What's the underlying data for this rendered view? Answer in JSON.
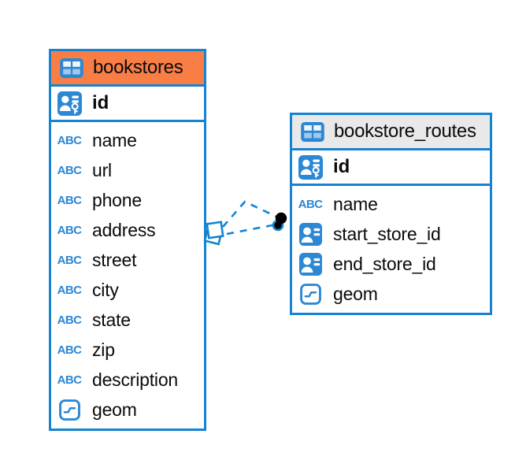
{
  "colors": {
    "accent": "#1583D1",
    "icon_blue": "#2C87D4",
    "selected_header_bg": "#F87E45",
    "header_bg": "#E9E9E9",
    "connector_dot": "#000000",
    "background": "#FFFFFF"
  },
  "icons": {
    "abc_glyph": "ABC",
    "table": "table-icon",
    "primary_key": "person-key-icon",
    "reference": "person-card-icon",
    "geometry": "geometry-icon"
  },
  "tables": {
    "bookstores": {
      "title": "bookstores",
      "key_column": "id",
      "columns": [
        {
          "name": "name",
          "icon": "text-abc-icon"
        },
        {
          "name": "url",
          "icon": "text-abc-icon"
        },
        {
          "name": "phone",
          "icon": "text-abc-icon"
        },
        {
          "name": "address",
          "icon": "text-abc-icon"
        },
        {
          "name": "street",
          "icon": "text-abc-icon"
        },
        {
          "name": "city",
          "icon": "text-abc-icon"
        },
        {
          "name": "state",
          "icon": "text-abc-icon"
        },
        {
          "name": "zip",
          "icon": "text-abc-icon"
        },
        {
          "name": "description",
          "icon": "text-abc-icon"
        },
        {
          "name": "geom",
          "icon": "geometry-icon"
        }
      ]
    },
    "bookstore_routes": {
      "title": "bookstore_routes",
      "key_column": "id",
      "columns": [
        {
          "name": "name",
          "icon": "text-abc-icon"
        },
        {
          "name": "start_store_id",
          "icon": "person-card-icon"
        },
        {
          "name": "end_store_id",
          "icon": "person-card-icon"
        },
        {
          "name": "geom",
          "icon": "geometry-icon"
        }
      ]
    }
  },
  "relationships": {
    "count": 2,
    "style": "dashed",
    "left_marker": "diamond",
    "right_marker": "dot"
  }
}
